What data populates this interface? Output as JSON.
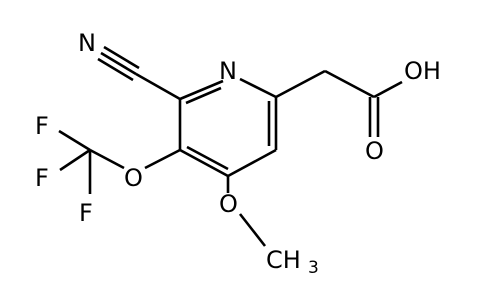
{
  "molecule": {
    "atoms": {
      "n_ring": "N",
      "n_nitrile": "N",
      "o_ether": "O",
      "f_top": "F",
      "f_mid": "F",
      "f_bottom": "F",
      "o_methoxy": "O",
      "ch3_c": "CH",
      "ch3_sub": "3",
      "oh": "OH",
      "o_carbonyl": "O"
    }
  }
}
